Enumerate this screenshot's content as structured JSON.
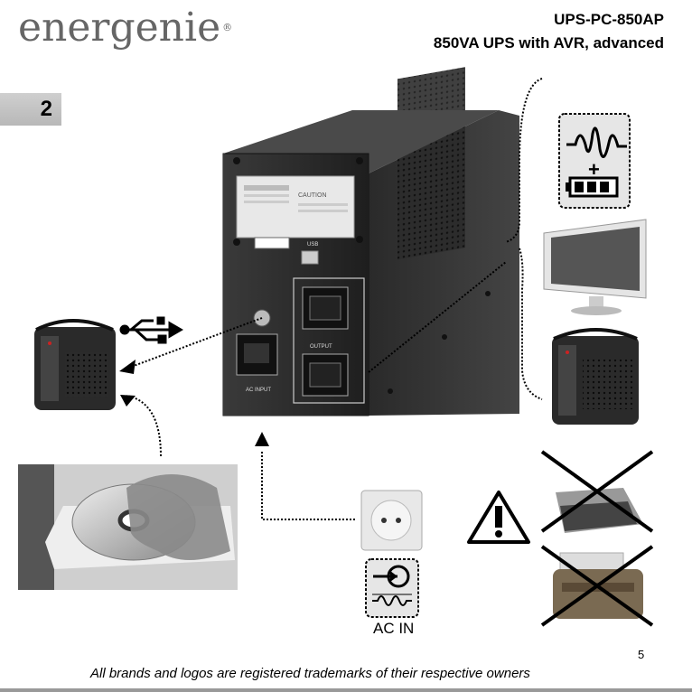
{
  "header": {
    "brand": "energenie",
    "model": "UPS-PC-850AP",
    "subtitle": "850VA UPS with AVR, advanced"
  },
  "section_number": "2",
  "ups": {
    "caution_label": "CAUTION",
    "usb_label": "USB",
    "output_label": "OUTPUT",
    "ac_input_label": "AC INPUT"
  },
  "labels": {
    "ac_in": "AC IN"
  },
  "footer": {
    "trademark_note": "All brands and logos are registered trademarks of their respective owners",
    "page_number": "5"
  },
  "colors": {
    "ups_body": "#2b2b2b",
    "page_tab": "#c4c4c4",
    "logo": "#666666"
  },
  "icons": [
    "usb-icon",
    "surge-battery-icon",
    "warning-icon",
    "power-plug-icon",
    "sine-wave-icon"
  ]
}
